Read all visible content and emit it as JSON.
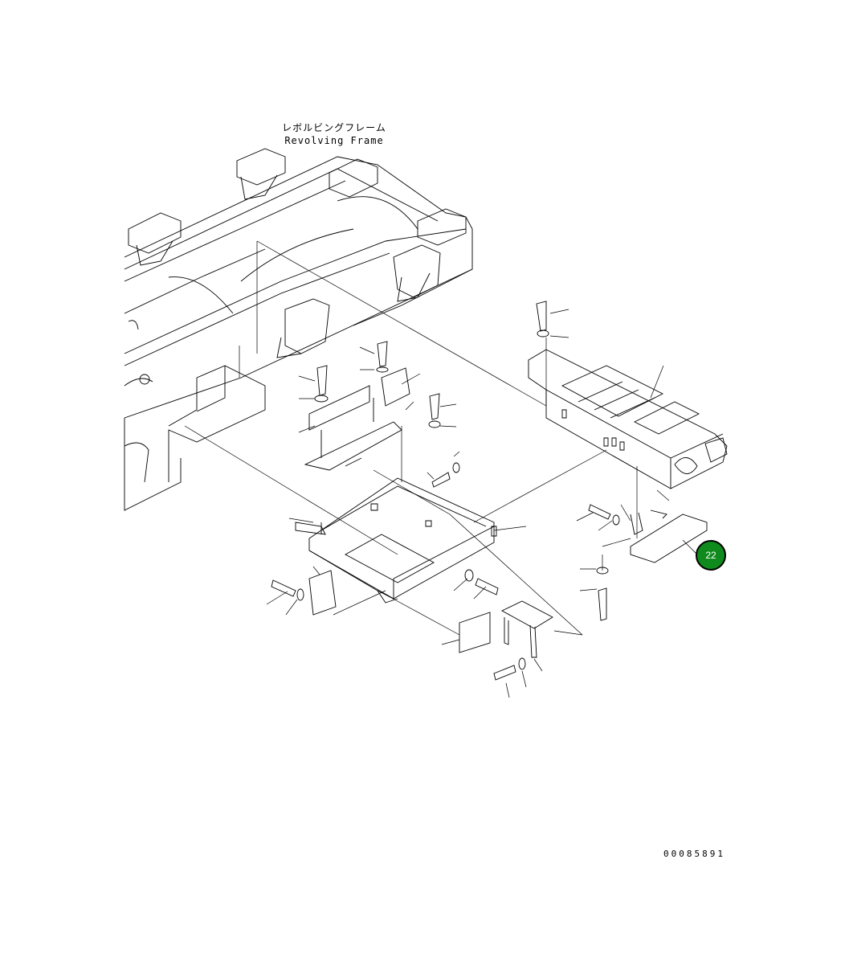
{
  "diagram": {
    "title_jp": "レボルビングフレーム",
    "title_en": "Revolving Frame",
    "document_number": "00085891",
    "callout": {
      "label": "22",
      "color": "#0f8a1d"
    }
  }
}
